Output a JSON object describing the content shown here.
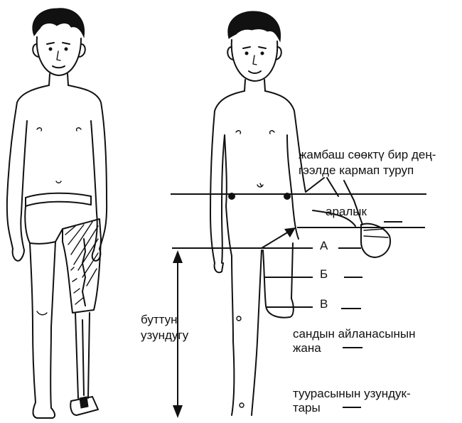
{
  "labels": {
    "pelvis_line1": "жамбаш сөөктү бир дең-",
    "pelvis_line2": "гээлде кармап туруп",
    "gap": "аралык",
    "a": "А",
    "b": "Б",
    "v": "В",
    "leg_length_line1": "буттун",
    "leg_length_line2": "узундугу",
    "circ_line1": "сандын айланасынын",
    "circ_line2": "жана",
    "len_line1": "туурасынын узундук-",
    "len_line2": "тары"
  },
  "icons": [
    "left-child-figure-icon",
    "right-child-figure-icon",
    "measurement-arrow-icon"
  ]
}
